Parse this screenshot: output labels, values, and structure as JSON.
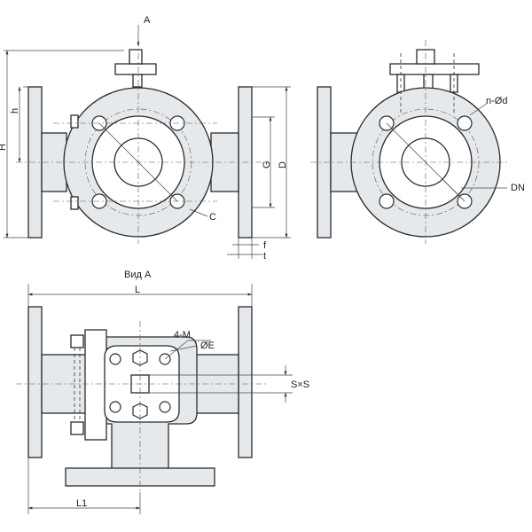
{
  "labels": {
    "A": "A",
    "H": "H",
    "h": "h",
    "G": "G",
    "D": "D",
    "C": "C",
    "f": "f",
    "t": "t",
    "nd": "n-Ød",
    "DN": "DN",
    "view_a": "Вид A",
    "L": "L",
    "four_m": "4-M",
    "e": "ØE",
    "sxs": "S×S",
    "L1": "L1"
  },
  "colors": {
    "body_fill": "#e6e9ec",
    "line": "#2b2b2b"
  }
}
